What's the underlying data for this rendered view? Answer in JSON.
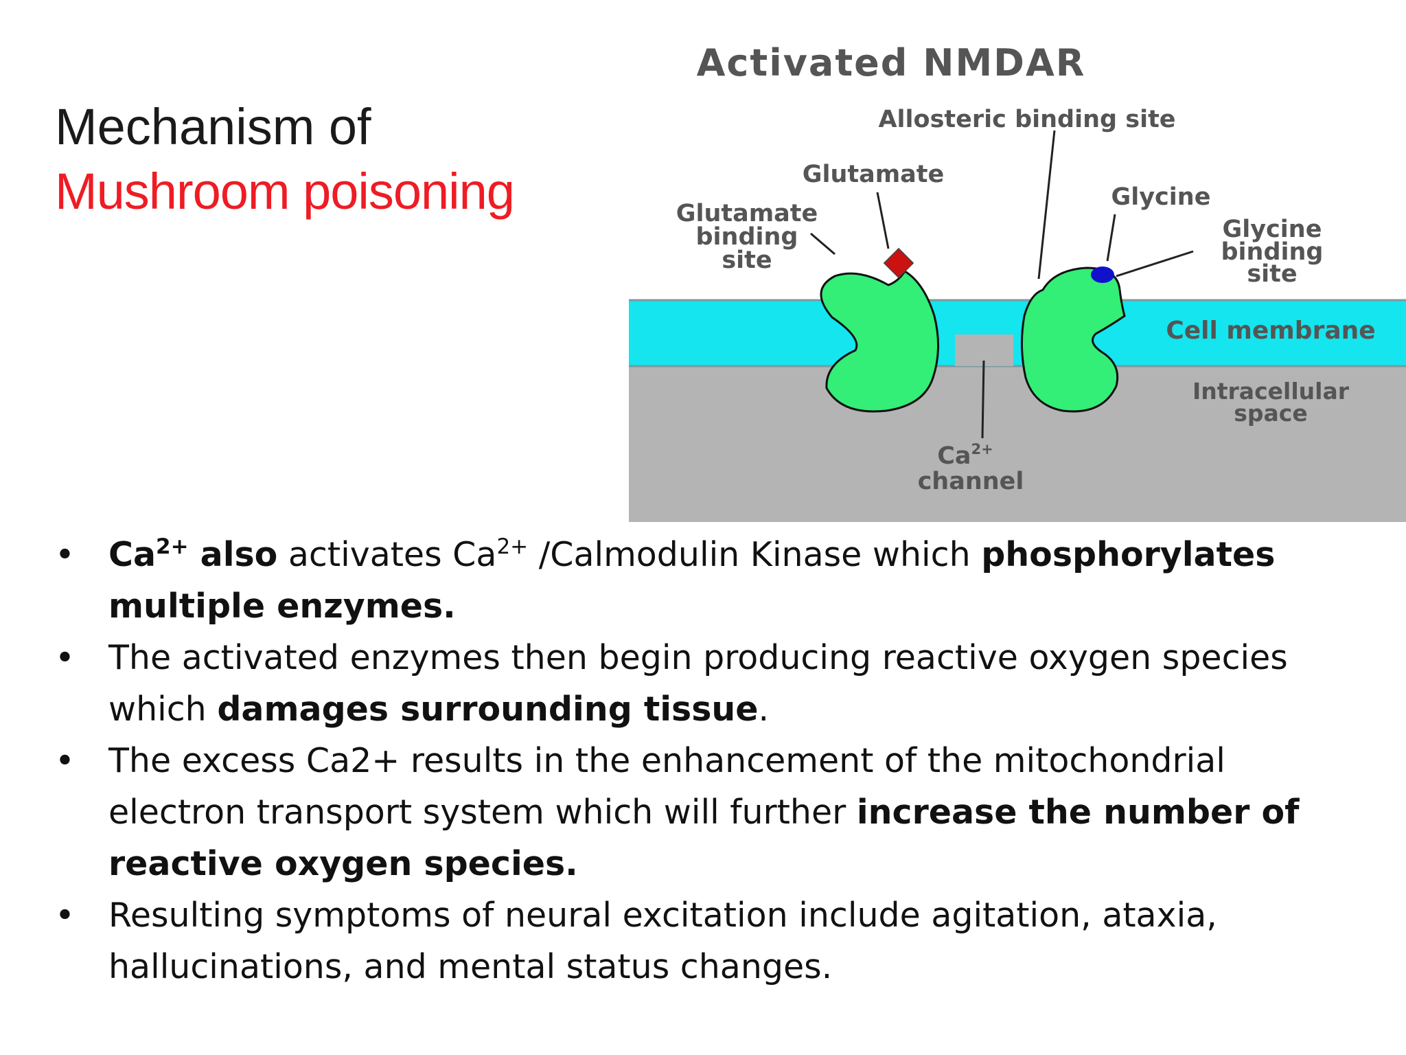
{
  "title": {
    "line1": "Mechanism  of",
    "line2": "Mushroom poisoning"
  },
  "figure": {
    "heading": "Activated NMDAR",
    "labels": {
      "allosteric": "Allosteric binding site",
      "glutamate": "Glutamate",
      "glutamate_site_1": "Glutamate",
      "glutamate_site_2": "binding",
      "glutamate_site_3": "site",
      "glycine": "Glycine",
      "glycine_site_1": "Glycine",
      "glycine_site_2": "binding",
      "glycine_site_3": "site",
      "cell_membrane": "Cell membrane",
      "intracellular_1": "Intracellular",
      "intracellular_2": "space",
      "ca_channel_1": "Ca",
      "ca_channel_sup": "2+",
      "ca_channel_2": "channel"
    },
    "colors": {
      "membrane": "#14e5ee",
      "intracellular": "#b4b4b4",
      "receptor": "#33ee77",
      "glutamate_marker": "#cc1111",
      "glycine_marker": "#1111cc"
    }
  },
  "bullets": [
    {
      "b1_ca": "Ca",
      "b1_sup1": "2+",
      "b1_also": " also",
      "b1_mid": " activates Ca",
      "b1_sup2": "2+",
      "b1_after": " /Calmodulin Kinase which ",
      "b1_bold": "phosphorylates multiple enzymes."
    },
    {
      "b2_text": "The activated enzymes then begin producing reactive oxygen species which ",
      "b2_bold": "damages surrounding tissue",
      "b2_end": "."
    },
    {
      "b3_text": "The excess Ca2+ results in the enhancement of the mitochondrial electron transport system which will further ",
      "b3_bold": "increase the number of reactive oxygen species."
    },
    {
      "b4_text": "Resulting symptoms of neural excitation include agitation, ataxia, hallucinations, and mental status changes."
    }
  ],
  "bullet_glyph": "•"
}
